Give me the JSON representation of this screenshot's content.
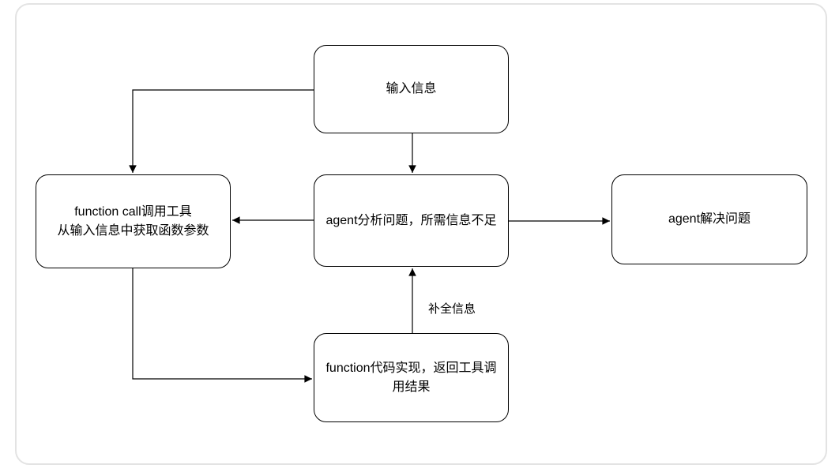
{
  "diagram": {
    "title": "agent function-call flow",
    "colors": {
      "background": "#ffffff",
      "frame_border": "#e3e3e3",
      "node_border": "#000000",
      "node_fill": "#ffffff",
      "connector": "#000000",
      "text": "#000000"
    },
    "nodes": {
      "input": {
        "label": "输入信息"
      },
      "function_call": {
        "label": "function call调用工具\n从输入信息中获取函数参数"
      },
      "agent_analyze": {
        "label": "agent分析问题，所需信息不足"
      },
      "agent_solve": {
        "label": "agent解决问题"
      },
      "function_impl": {
        "label": "function代码实现，返回工具调用结果"
      }
    },
    "edges": [
      {
        "from": "input",
        "to": "agent_analyze",
        "direction": "down",
        "label": ""
      },
      {
        "from": "input",
        "to": "function_call",
        "direction": "left-then-down",
        "label": ""
      },
      {
        "from": "agent_analyze",
        "to": "function_call",
        "direction": "left",
        "label": ""
      },
      {
        "from": "agent_analyze",
        "to": "agent_solve",
        "direction": "right",
        "label": ""
      },
      {
        "from": "function_call",
        "to": "function_impl",
        "direction": "down-then-right",
        "label": ""
      },
      {
        "from": "function_impl",
        "to": "agent_analyze",
        "direction": "up",
        "label": "补全信息"
      }
    ]
  }
}
